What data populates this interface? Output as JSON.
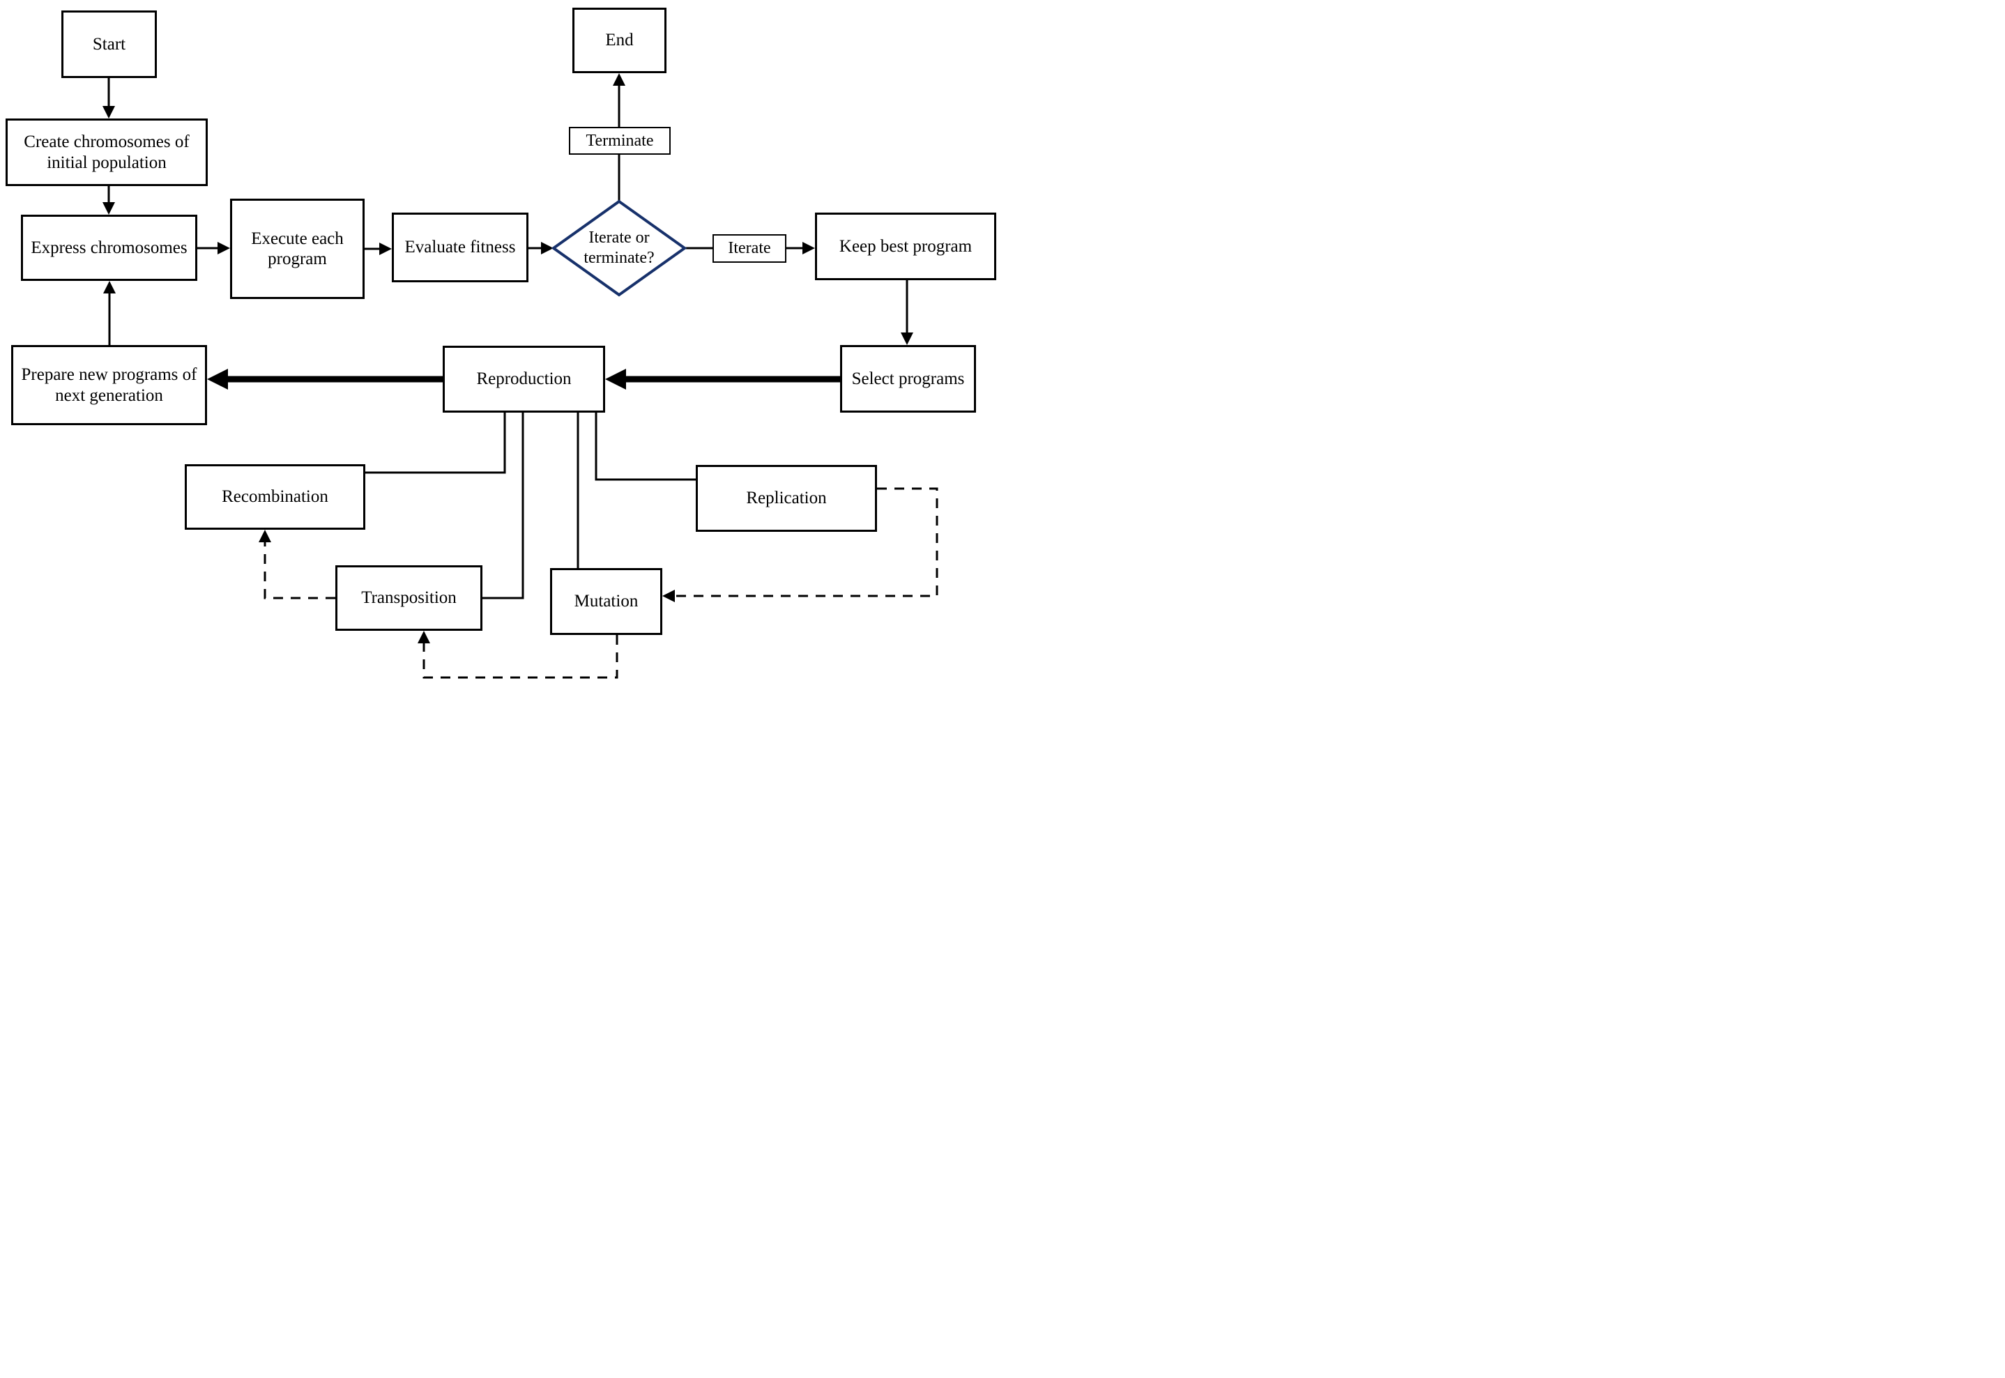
{
  "title": "Gene expression programming algorithm flowchart",
  "colors": {
    "line": "#000000",
    "diamond_border": "#17316b",
    "background": "#ffffff",
    "text": "#000000"
  },
  "nodes": {
    "start": {
      "label": "Start"
    },
    "create": {
      "label": "Create chromosomes of initial population"
    },
    "express": {
      "label": "Express chromosomes"
    },
    "execute": {
      "label": "Execute each program"
    },
    "evaluate": {
      "label": "Evaluate fitness"
    },
    "decision": {
      "label": "Iterate or terminate?"
    },
    "terminate": {
      "label": "Terminate"
    },
    "end": {
      "label": "End"
    },
    "iterate": {
      "label": "Iterate"
    },
    "keep_best": {
      "label": "Keep best program"
    },
    "select": {
      "label": "Select programs"
    },
    "prepare": {
      "label": "Prepare new programs of next generation"
    },
    "reproduction": {
      "label": "Reproduction"
    },
    "recombination": {
      "label": "Recombination"
    },
    "replication": {
      "label": "Replication"
    },
    "transposition": {
      "label": "Transposition"
    },
    "mutation": {
      "label": "Mutation"
    }
  },
  "edges": [
    {
      "from": "start",
      "to": "create",
      "style": "solid-arrow"
    },
    {
      "from": "create",
      "to": "express",
      "style": "solid-arrow"
    },
    {
      "from": "express",
      "to": "execute",
      "style": "solid-arrow"
    },
    {
      "from": "execute",
      "to": "evaluate",
      "style": "solid-arrow"
    },
    {
      "from": "evaluate",
      "to": "decision",
      "style": "solid-arrow"
    },
    {
      "from": "decision",
      "to": "terminate",
      "style": "solid-line"
    },
    {
      "from": "terminate",
      "to": "end",
      "style": "solid-arrow"
    },
    {
      "from": "decision",
      "to": "iterate",
      "style": "solid-line"
    },
    {
      "from": "iterate",
      "to": "keep_best",
      "style": "solid-arrow"
    },
    {
      "from": "keep_best",
      "to": "select",
      "style": "solid-arrow"
    },
    {
      "from": "select",
      "to": "reproduction",
      "style": "thick-arrow"
    },
    {
      "from": "reproduction",
      "to": "prepare",
      "style": "thick-arrow"
    },
    {
      "from": "prepare",
      "to": "express",
      "style": "solid-arrow"
    },
    {
      "from": "reproduction",
      "to": "recombination",
      "style": "solid-line"
    },
    {
      "from": "reproduction",
      "to": "transposition",
      "style": "solid-line"
    },
    {
      "from": "reproduction",
      "to": "mutation",
      "style": "solid-line"
    },
    {
      "from": "reproduction",
      "to": "replication",
      "style": "solid-line"
    },
    {
      "from": "replication",
      "to": "mutation",
      "style": "dashed-arrow"
    },
    {
      "from": "mutation",
      "to": "transposition",
      "style": "dashed-arrow"
    },
    {
      "from": "transposition",
      "to": "recombination",
      "style": "dashed-arrow"
    }
  ]
}
